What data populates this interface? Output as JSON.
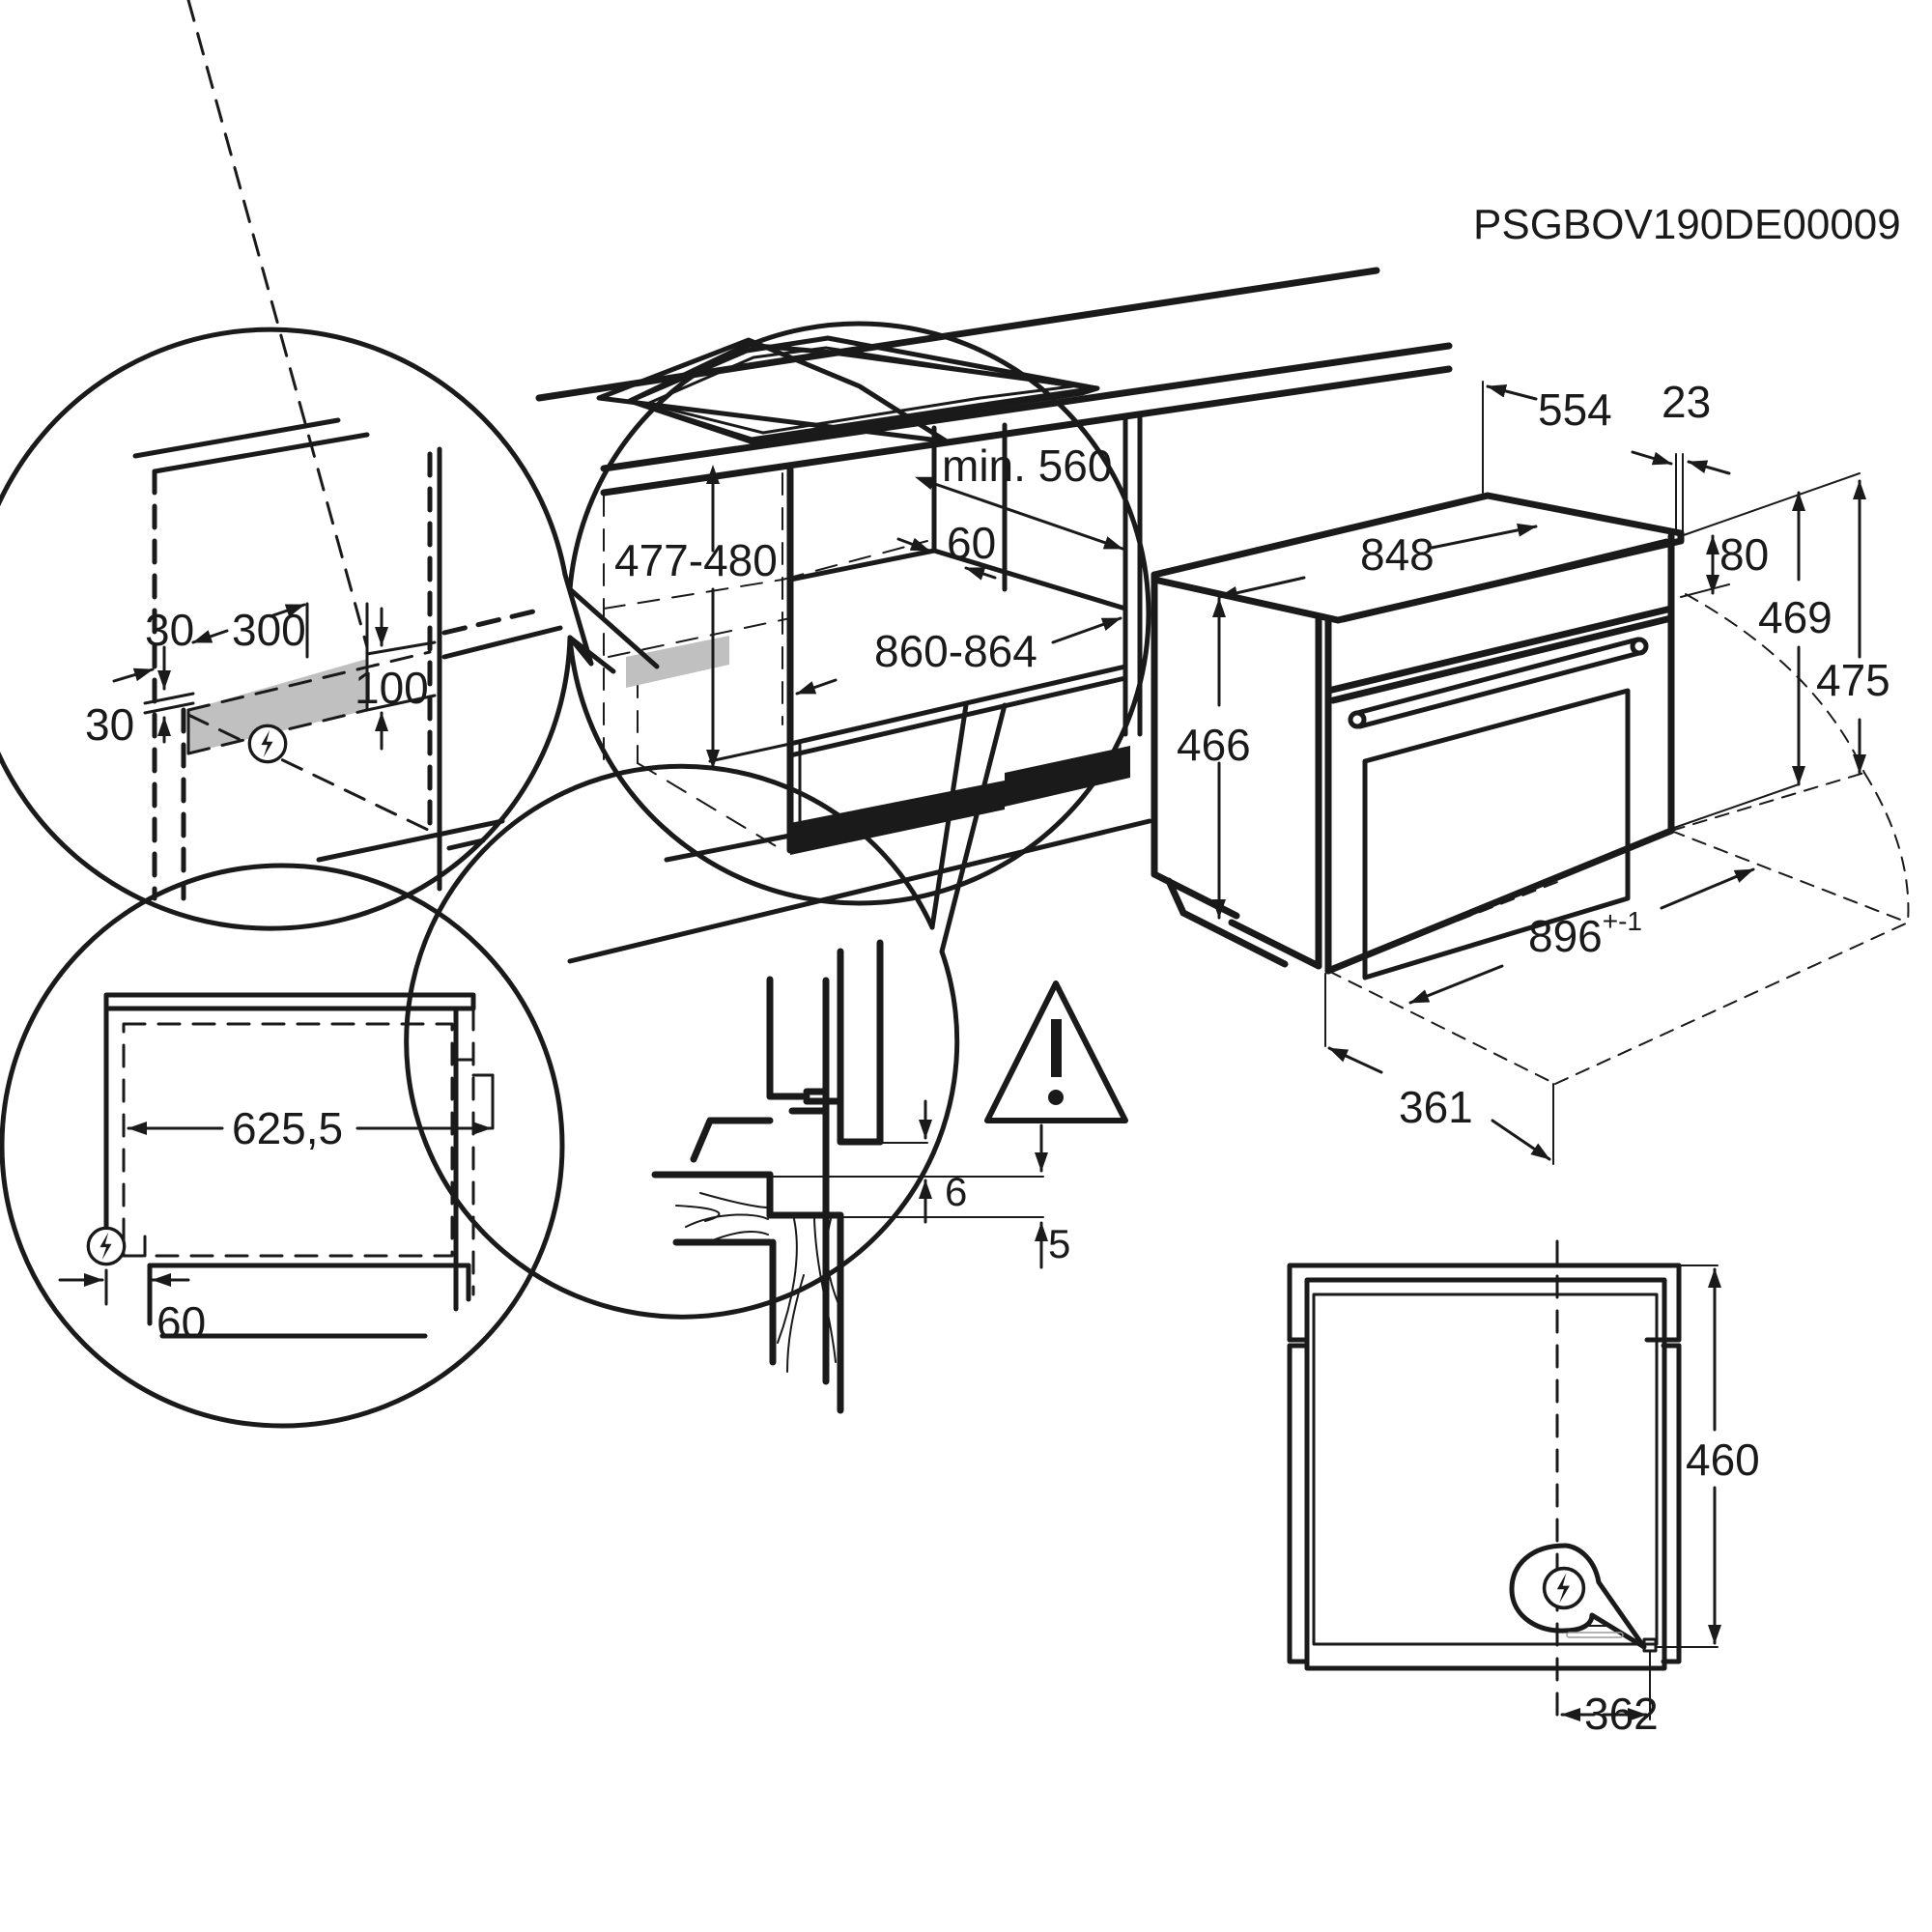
{
  "document_code": "PSGBOV190DE00009",
  "colors": {
    "line": "#1a1a1a",
    "socket_area": "#c0c0c0",
    "background": "#ffffff"
  },
  "detail_socket": {
    "dims": {
      "left_offset": "30",
      "width": "300",
      "height": "100",
      "bottom_offset": "30"
    },
    "icon": "electrical-hazard-icon"
  },
  "cabinet": {
    "dims": {
      "height": "477-480",
      "depth": "min. 560",
      "rear_gap": "60",
      "width": "860-864"
    }
  },
  "oven": {
    "dims": {
      "depth": "554",
      "front_depth": "23",
      "width": "848",
      "panel_height": "80",
      "body_height": "469",
      "total_height": "475",
      "side_height": "466",
      "door_swing": "896",
      "door_swing_tolerance": "+-1",
      "door_clearance": "361"
    }
  },
  "detail_top": {
    "dims": {
      "inner_width": "625,5",
      "bottom_gap": "60"
    },
    "icon": "electrical-hazard-icon"
  },
  "detail_gap": {
    "dims": {
      "top_gap": "6",
      "bottom_gap": "5"
    },
    "icon": "warning-triangle-icon"
  },
  "front_view": {
    "dims": {
      "height": "460",
      "socket_offset": "362"
    },
    "icon": "electrical-hazard-icon"
  }
}
